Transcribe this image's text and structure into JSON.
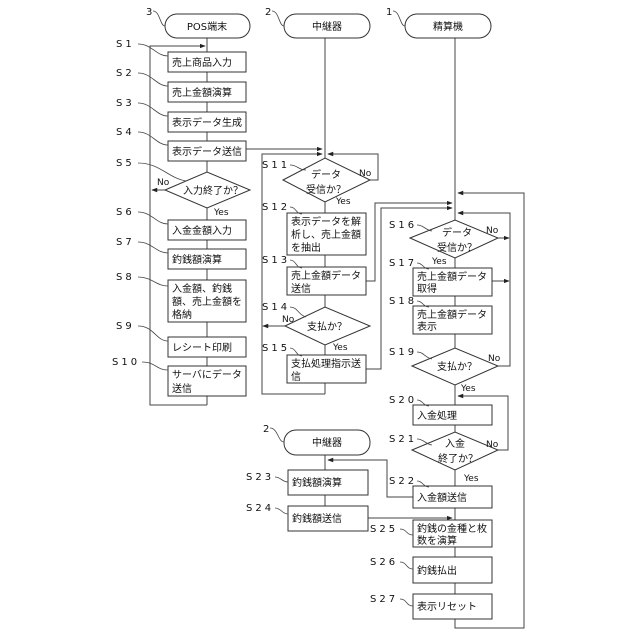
{
  "terminals": {
    "pos": {
      "ref": "3",
      "title": "POS端末"
    },
    "relay": {
      "ref": "2",
      "title": "中継器"
    },
    "settle": {
      "ref": "1",
      "title": "精算機"
    },
    "relay_bottom": {
      "ref": "2",
      "title": "中継器"
    }
  },
  "branch": {
    "yes": "Yes",
    "no": "No"
  },
  "steps": {
    "S1": {
      "label": "S1",
      "lines": [
        "売上商品入力"
      ]
    },
    "S2": {
      "label": "S2",
      "lines": [
        "売上金額演算"
      ]
    },
    "S3": {
      "label": "S3",
      "lines": [
        "表示データ生成"
      ]
    },
    "S4": {
      "label": "S4",
      "lines": [
        "表示データ送信"
      ]
    },
    "S5": {
      "label": "S5",
      "lines": [
        "入力終了か？"
      ]
    },
    "S6": {
      "label": "S6",
      "lines": [
        "入金金額入力"
      ]
    },
    "S7": {
      "label": "S7",
      "lines": [
        "釣銭額演算"
      ]
    },
    "S8": {
      "label": "S8",
      "lines": [
        "入金額、釣銭",
        "額、売上金額を",
        "格納"
      ]
    },
    "S9": {
      "label": "S9",
      "lines": [
        "レシート印刷"
      ]
    },
    "S10": {
      "label": "S10",
      "lines": [
        "サーバにデータ",
        "送信"
      ]
    },
    "S11": {
      "label": "S11",
      "lines": [
        "データ",
        "受信か？"
      ]
    },
    "S12": {
      "label": "S12",
      "lines": [
        "表示データを解",
        "析し、売上金額",
        "を抽出"
      ]
    },
    "S13": {
      "label": "S13",
      "lines": [
        "売上金額データ",
        "送信"
      ]
    },
    "S14": {
      "label": "S14",
      "lines": [
        "支払か？"
      ]
    },
    "S15": {
      "label": "S15",
      "lines": [
        "支払処理指示送",
        "信"
      ]
    },
    "S16": {
      "label": "S16",
      "lines": [
        "データ",
        "受信か？"
      ]
    },
    "S17": {
      "label": "S17",
      "lines": [
        "売上金額データ",
        "取得"
      ]
    },
    "S18": {
      "label": "S18",
      "lines": [
        "売上金額データ",
        "表示"
      ]
    },
    "S19": {
      "label": "S19",
      "lines": [
        "支払か？"
      ]
    },
    "S20": {
      "label": "S20",
      "lines": [
        "入金処理"
      ]
    },
    "S21": {
      "label": "S21",
      "lines": [
        "入金",
        "終了か？"
      ]
    },
    "S22": {
      "label": "S22",
      "lines": [
        "入金額送信"
      ]
    },
    "S23": {
      "label": "S23",
      "lines": [
        "釣銭額演算"
      ]
    },
    "S24": {
      "label": "S24",
      "lines": [
        "釣銭額送信"
      ]
    },
    "S25": {
      "label": "S25",
      "lines": [
        "釣銭の金種と枚",
        "数を演算"
      ]
    },
    "S26": {
      "label": "S26",
      "lines": [
        "釣銭払出"
      ]
    },
    "S27": {
      "label": "S27",
      "lines": [
        "表示リセット"
      ]
    }
  }
}
